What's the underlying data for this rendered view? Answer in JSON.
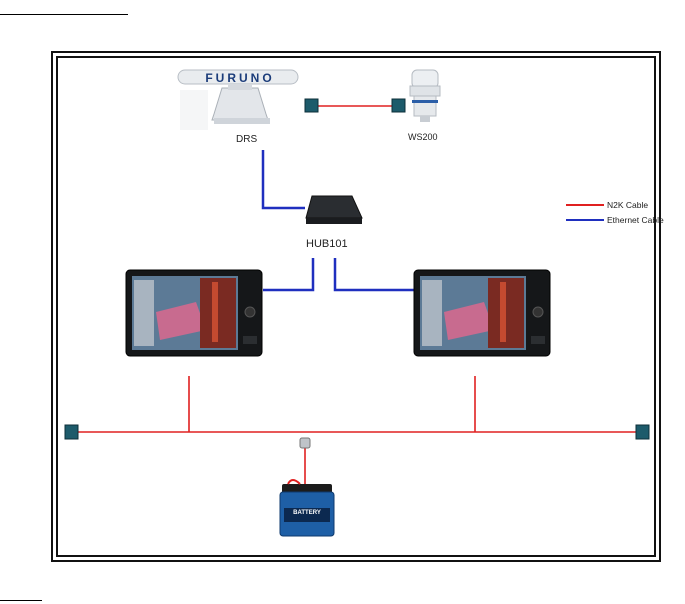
{
  "diagram": {
    "radar": {
      "brand": "FURUNO",
      "label": "DRS"
    },
    "weather_station": {
      "label": "WS200"
    },
    "hub": {
      "label": "HUB101"
    },
    "legend": [
      {
        "label": "N2K Cable",
        "color": "#e02020"
      },
      {
        "label": "Ethernet Cable",
        "color": "#1f2fbf"
      }
    ],
    "battery": {
      "label": "BATTERY"
    },
    "colors": {
      "n2k": "#e02020",
      "ethernet": "#1f2fbf",
      "terminator": "#1d5b6b",
      "frame": "#111111"
    }
  }
}
